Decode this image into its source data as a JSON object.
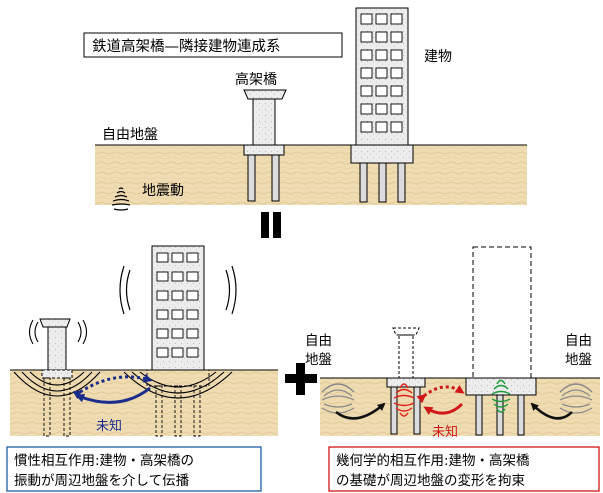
{
  "title": "鉄道高架橋—隣接建物連成系",
  "labels": {
    "viaduct": "高架橋",
    "building": "建物",
    "free_ground": "自由地盤",
    "earthquake": "地震動",
    "unknown_left": "未知",
    "unknown_right": "未知",
    "free_ground_left_line1": "自由",
    "free_ground_left_line2": "地盤",
    "free_ground_right_line1": "自由",
    "free_ground_right_line2": "地盤"
  },
  "captions": {
    "inertial_line1": "慣性相互作用:建物・高架橋の",
    "inertial_line2": "振動が周辺地盤を介して伝播",
    "kinematic_line1": "幾何学的相互作用:建物・高架橋",
    "kinematic_line2": "の基礎が周辺地盤の変形を拘束"
  },
  "colors": {
    "ground": "#efdcb3",
    "ground_dark": "#e2c994",
    "concrete": "#e6e6e6",
    "inertial_border": "#1f5fa8",
    "kinematic_border": "#d01818",
    "blue_arrow": "#1a2d8c",
    "red_arrow": "#d01818",
    "red_wave": "#e02020",
    "green_wave": "#1a9a3a",
    "grey_wave": "#8a8a8a"
  }
}
